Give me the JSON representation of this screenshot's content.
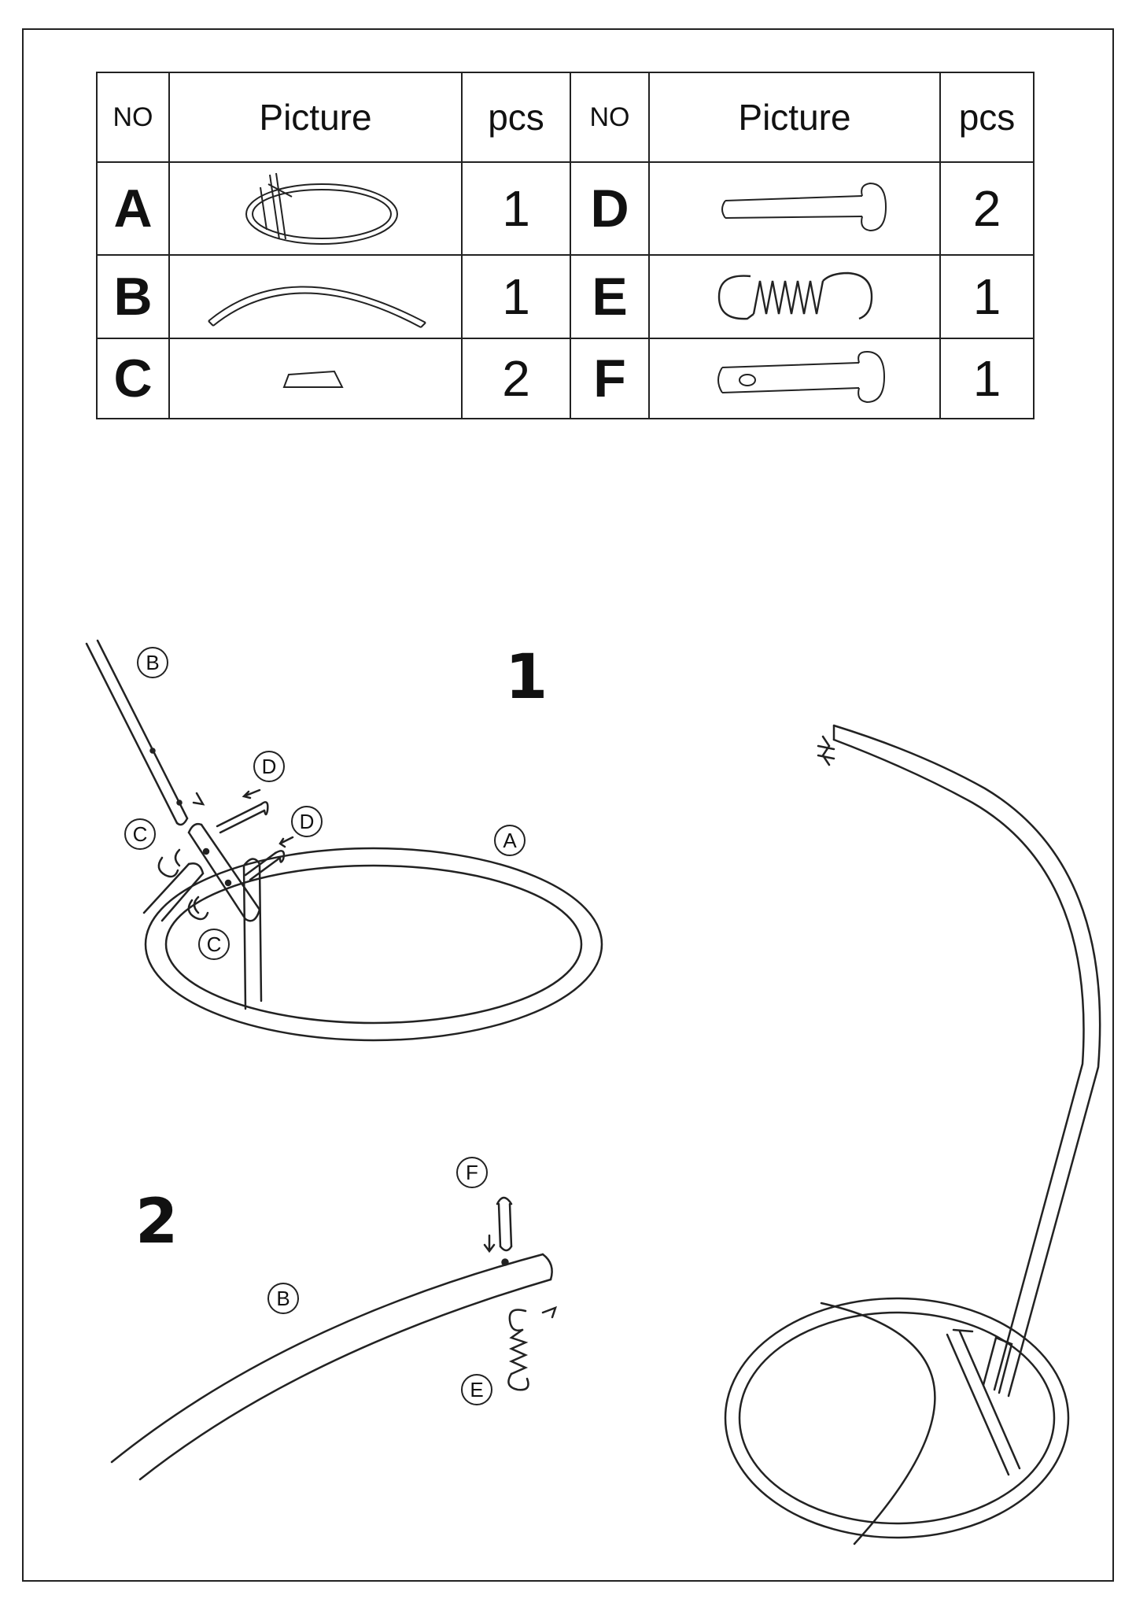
{
  "table": {
    "headers": [
      "NO",
      "Picture",
      "pcs",
      "NO",
      "Picture",
      "pcs"
    ],
    "rows": [
      {
        "left": {
          "no": "A",
          "icon": "hoop-base-icon",
          "pcs": "1"
        },
        "right": {
          "no": "D",
          "icon": "bolt-icon",
          "pcs": "2"
        }
      },
      {
        "left": {
          "no": "B",
          "icon": "curved-pole-icon",
          "pcs": "1"
        },
        "right": {
          "no": "E",
          "icon": "spring-hook-icon",
          "pcs": "1"
        }
      },
      {
        "left": {
          "no": "C",
          "icon": "cap-icon",
          "pcs": "2"
        },
        "right": {
          "no": "F",
          "icon": "pin-icon",
          "pcs": "1"
        }
      }
    ]
  },
  "steps": [
    {
      "number": "1",
      "callouts": [
        "B",
        "D",
        "D",
        "A",
        "C",
        "C"
      ]
    },
    {
      "number": "2",
      "callouts": [
        "F",
        "B",
        "E"
      ]
    }
  ]
}
